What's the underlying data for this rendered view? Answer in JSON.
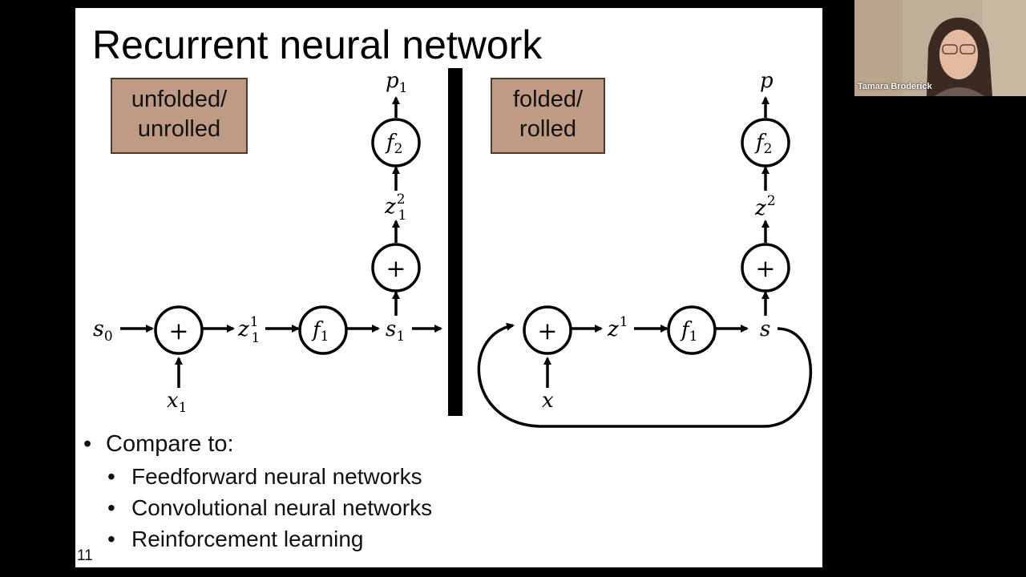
{
  "slide": {
    "title": "Recurrent neural network",
    "unfolded_label": [
      "unfolded/",
      "unrolled"
    ],
    "folded_label": [
      "folded/",
      "rolled"
    ],
    "slide_number": "11",
    "box_color": "#c09b84",
    "bullets": {
      "main": "Compare to:",
      "sub": [
        "Feedforward neural networks",
        "Convolutional neural networks",
        "Reinforcement learning"
      ]
    },
    "diagram": {
      "unfolded": {
        "input_state": "s",
        "input_state_sub": "0",
        "sum_node": "+",
        "z_base": "z",
        "z_sub": "1",
        "z_sup": "1",
        "f1_base": "f",
        "f1_sub": "1",
        "state_out": "s",
        "state_out_sub": "1",
        "x_base": "x",
        "x_sub": "1",
        "sum_node_2": "+",
        "z2_base": "z",
        "z2_sub": "1",
        "z2_sup": "2",
        "f2_base": "f",
        "f2_sub": "2",
        "p_base": "p",
        "p_sub": "1"
      },
      "folded": {
        "sum_node": "+",
        "z_base": "z",
        "z_sup": "1",
        "f1_base": "f",
        "f1_sub": "1",
        "state": "s",
        "x": "x",
        "sum_node_2": "+",
        "z2_base": "z",
        "z2_sup": "2",
        "f2_base": "f",
        "f2_sub": "2",
        "p": "p"
      }
    }
  },
  "video": {
    "participant_name": "Tamara Broderick"
  }
}
